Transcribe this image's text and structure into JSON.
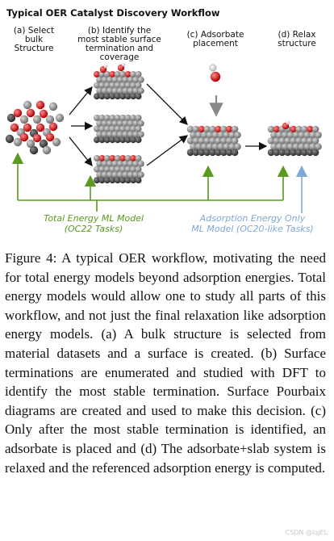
{
  "figure": {
    "title": "Typical OER Catalyst Discovery Workflow",
    "stages": {
      "a": [
        "(a) Select",
        "bulk",
        "Structure"
      ],
      "b": [
        "(b) Identify the",
        "most stable surface",
        "termination and",
        "coverage"
      ],
      "c": [
        "(c) Adsorbate",
        "placement"
      ],
      "d": [
        "(d) Relax",
        "structure"
      ]
    },
    "models": {
      "total": [
        "Total Energy ML Model",
        "(OC22 Tasks)"
      ],
      "adsorption": [
        "Adsorption Energy Only",
        "ML Model (OC20-like Tasks)"
      ]
    },
    "colors": {
      "total_model": "#5a9a1e",
      "adsorption_model": "#7ea8d4",
      "oxygen": "#e01010",
      "metal": "#8a8a8a",
      "metal_dark": "#444444"
    }
  },
  "caption": {
    "label": "Figure 4:",
    "text": "A typical OER workflow, motivating the need for total energy models beyond adsorption energies. Total energy models would allow one to study all parts of this workflow, and not just the final relaxation like adsorption energy models. (a) A bulk structure is selected from material datasets and a surface is created. (b) Surface terminations are enumerated and studied with DFT to identify the most stable termination. Surface Pourbaix diagrams are created and used to make this decision. (c) Only after the most stable termination is identified, an adsorbate is placed and (d) The adsorbate+slab system is relaxed and the referenced adsorption energy is computed."
  },
  "watermark": "CSDN @lqjEL"
}
